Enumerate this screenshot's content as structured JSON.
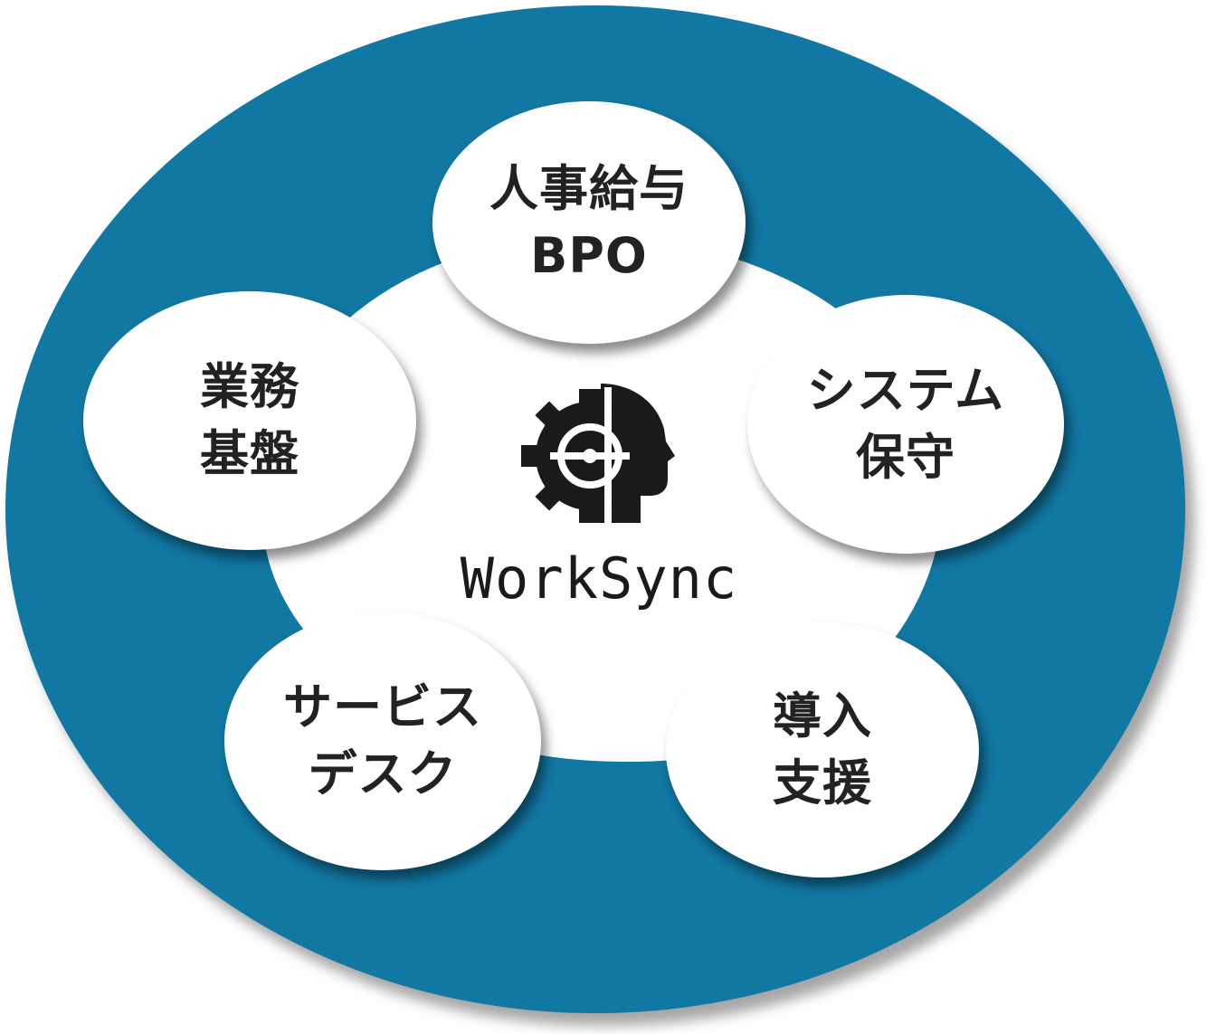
{
  "center": {
    "logo_icon": "gear-head-icon",
    "logo_text": "WorkSync"
  },
  "bubbles": [
    {
      "id": "hr-payroll-bpo",
      "label": "人事給与\nBPO"
    },
    {
      "id": "system-maintenance",
      "label": "システム\n保守"
    },
    {
      "id": "implementation-support",
      "label": "導入\n支援"
    },
    {
      "id": "service-desk",
      "label": "サービス\nデスク"
    },
    {
      "id": "business-infrastructure",
      "label": "業務\n基盤"
    }
  ],
  "colors": {
    "outer": "#1177a3",
    "bubble": "#ffffff",
    "text": "#222222"
  }
}
